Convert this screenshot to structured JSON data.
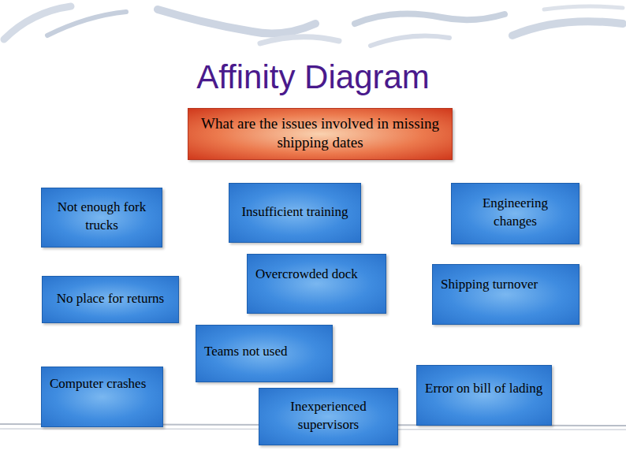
{
  "diagram": {
    "title": "Affinity Diagram",
    "nodes": [
      {
        "text": [
          "What are the issues involved in missing shipping dates"
        ]
      },
      {
        "text": [
          "Not enough fork trucks"
        ]
      },
      {
        "text": [
          "Insufficient training"
        ]
      },
      {
        "text": [
          "Engineering changes"
        ]
      },
      {
        "text": [
          "No place for returns"
        ]
      },
      {
        "text": [
          "Overcrowded dock"
        ]
      },
      {
        "text": [
          "Shipping turnover"
        ]
      },
      {
        "text": [
          "Teams not used"
        ]
      },
      {
        "text": [
          "Computer crashes"
        ]
      },
      {
        "text": [
          "Error on bill of lading"
        ]
      },
      {
        "text": [
          "Inexperienced supervisors"
        ]
      }
    ]
  }
}
